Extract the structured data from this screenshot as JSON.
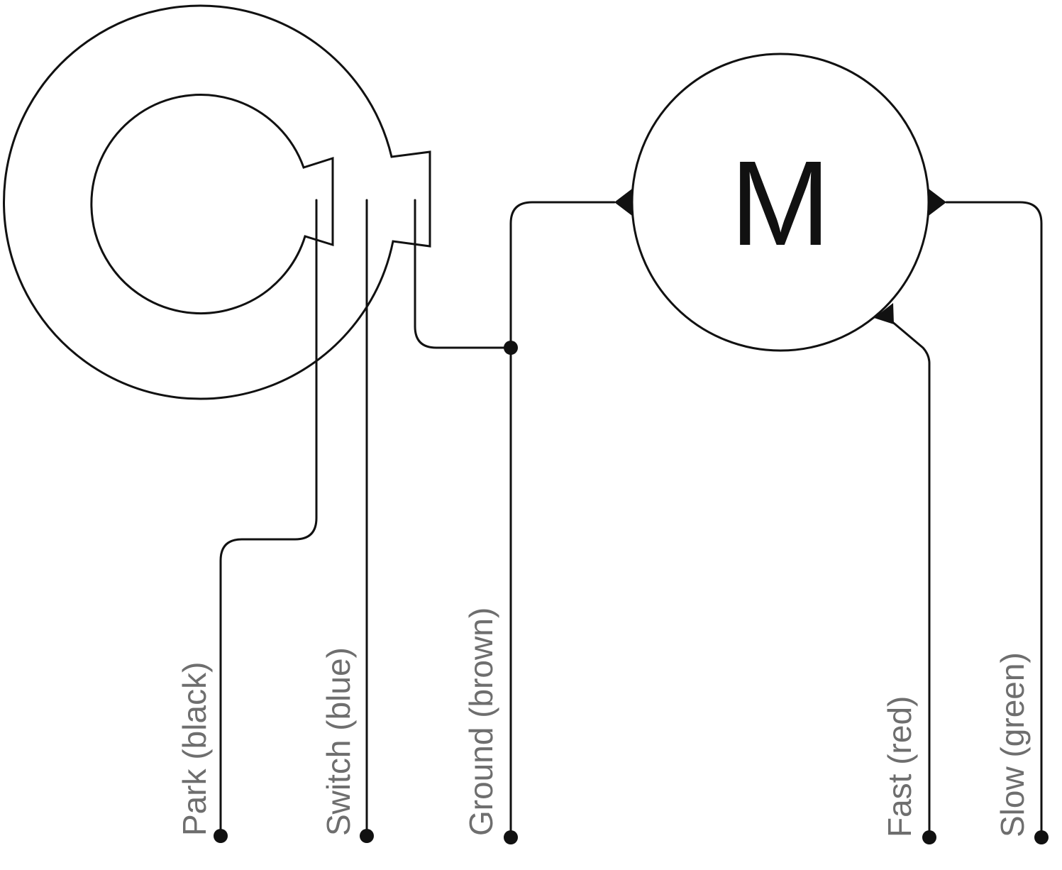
{
  "motor": {
    "symbol": "M"
  },
  "wires": [
    {
      "id": "park",
      "label": "Park (black)"
    },
    {
      "id": "switch",
      "label": "Switch (blue)"
    },
    {
      "id": "ground",
      "label": "Ground (brown)"
    },
    {
      "id": "fast",
      "label": "Fast (red)"
    },
    {
      "id": "slow",
      "label": "Slow (green)"
    }
  ],
  "colors": {
    "line": "#111111",
    "label": "#6e6e6e",
    "background": "#ffffff"
  }
}
